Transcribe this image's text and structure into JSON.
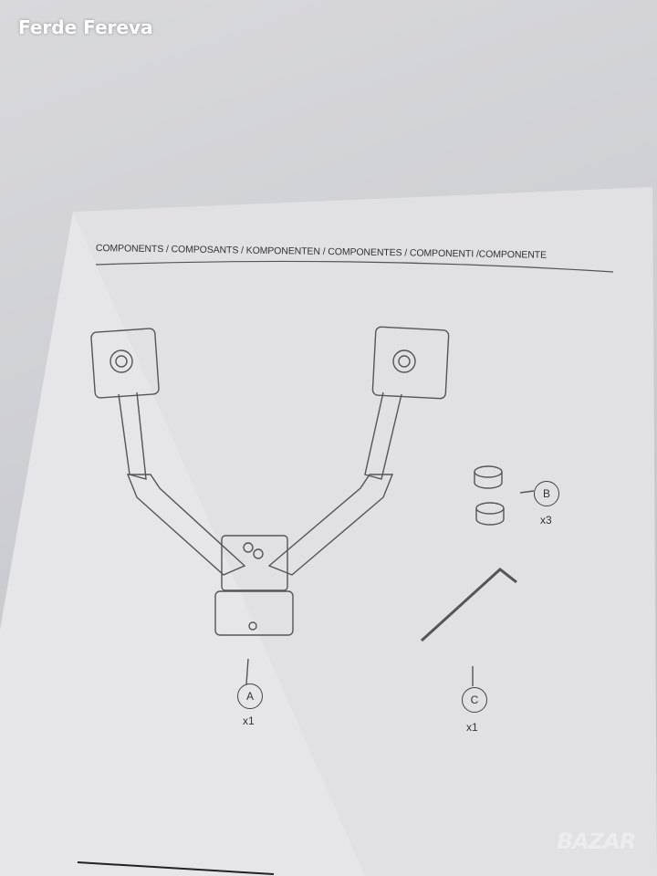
{
  "watermark": "Ferde Fereva",
  "header": "COMPONENTS / COMPOSANTS / KOMPONENTEN / COMPONENTES / COMPONENTI /COMPONENTE",
  "parts": [
    {
      "letter": "A",
      "qty": "x1"
    },
    {
      "letter": "B",
      "qty": "x3"
    },
    {
      "letter": "C",
      "qty": "x1"
    }
  ],
  "logo": "BAZAR"
}
